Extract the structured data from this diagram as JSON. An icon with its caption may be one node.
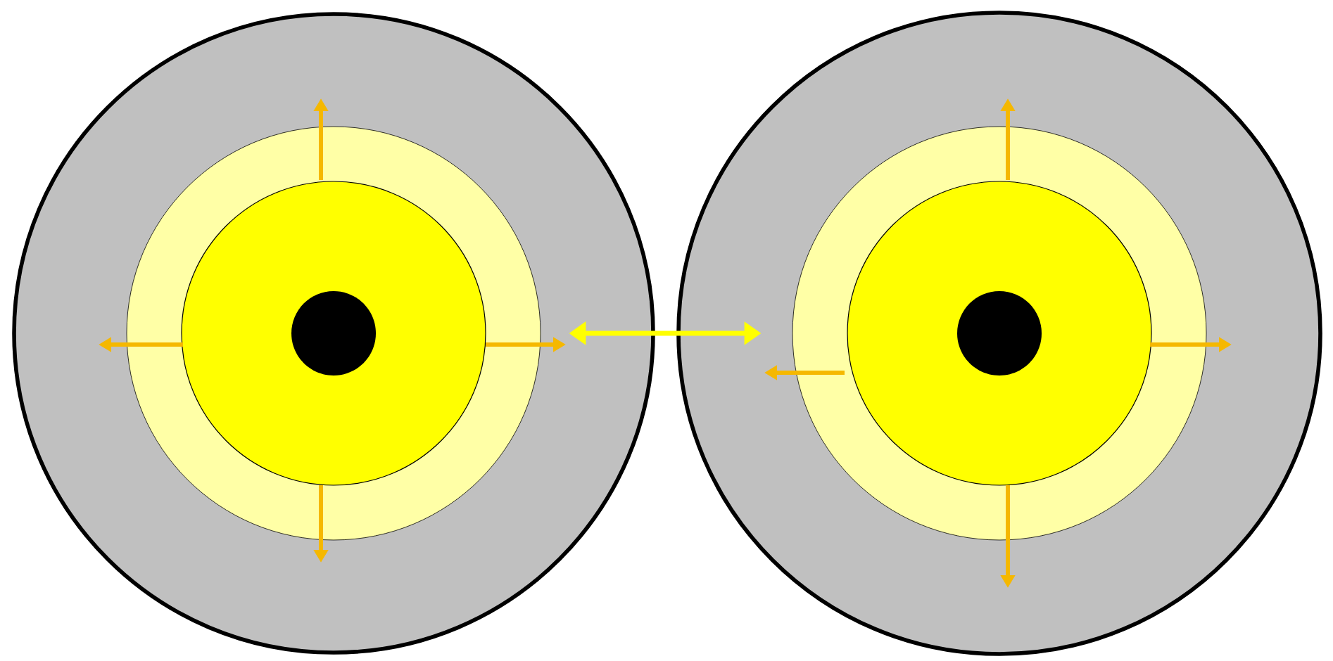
{
  "diagram": {
    "nodes": [
      {
        "text": [],
        "shape": "circle"
      },
      {
        "text": [],
        "shape": "circle",
        "in": 0
      },
      {
        "text": [],
        "shape": "circle",
        "in": 1
      },
      {
        "text": [],
        "shape": "circle",
        "in": 2
      },
      {
        "text": [],
        "shape": "circle"
      },
      {
        "text": [],
        "shape": "circle",
        "in": 4
      },
      {
        "text": [],
        "shape": "circle",
        "in": 5
      },
      {
        "text": [],
        "shape": "circle",
        "in": 6
      }
    ],
    "edges": [
      {
        "from": 1,
        "to": 5,
        "arrow": "both",
        "color": "#ffff00"
      }
    ]
  }
}
